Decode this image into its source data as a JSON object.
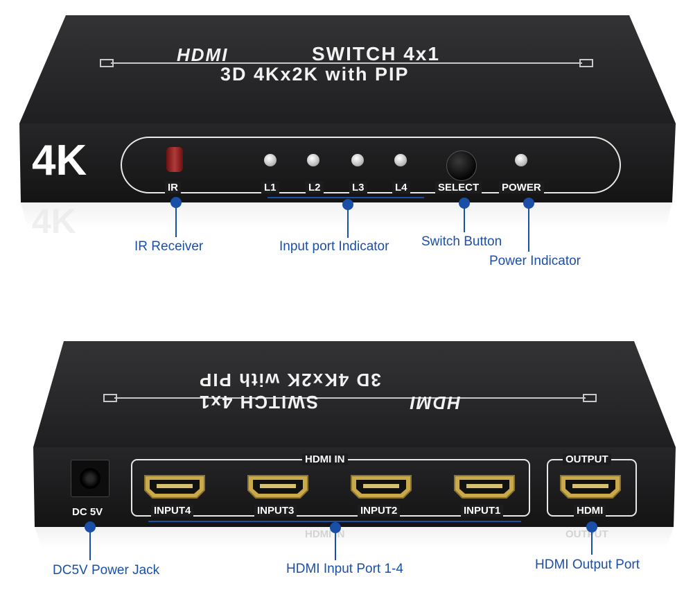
{
  "front": {
    "brand_logo": "HDMI",
    "title_line1": "SWITCH 4x1",
    "title_line2": "3D 4Kx2K with PIP",
    "badge": "4K",
    "labels": {
      "ir": "IR",
      "l1": "L1",
      "l2": "L2",
      "l3": "L3",
      "l4": "L4",
      "select": "SELECT",
      "power": "POWER"
    }
  },
  "back": {
    "brand_logo": "HDMI",
    "title_line1": "SWITCH 4x1",
    "title_line2": "3D 4Kx2K with PIP",
    "dc_label": "DC 5V",
    "hdmi_in_label": "HDMI IN",
    "output_label": "OUTPUT",
    "hdmi_label": "HDMI",
    "inputs": [
      "INPUT4",
      "INPUT3",
      "INPUT2",
      "INPUT1"
    ]
  },
  "callouts": {
    "ir_receiver": "IR Receiver",
    "input_indicator": "Input port Indicator",
    "switch_button": "Switch Button",
    "power_indicator": "Power Indicator",
    "dc_jack": "DC5V Power Jack",
    "hdmi_input": "HDMI Input Port 1-4",
    "hdmi_output": "HDMI Output Port"
  },
  "colors": {
    "device_body": "#1d1d1f",
    "device_top": "#2a2a2c",
    "callout_blue": "#1a4fa8",
    "ir_window": "#8b1a1a"
  }
}
